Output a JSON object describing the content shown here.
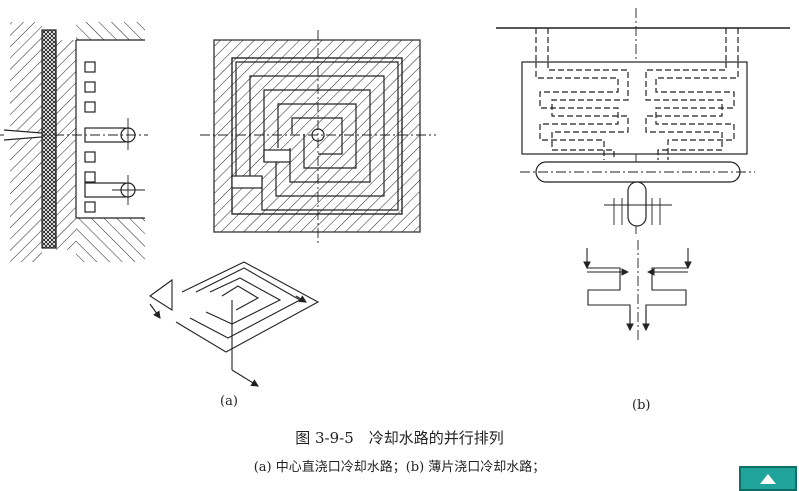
{
  "figure": {
    "label_a": "(a)",
    "label_b": "(b)",
    "title": "图 3-9-5　冷却水路的并行排列",
    "subtitle": "(a) 中心直浇口冷却水路；(b) 薄片浇口冷却水路；"
  },
  "nav": {
    "icon": "up-arrow-icon",
    "color": "#1fa39a"
  }
}
